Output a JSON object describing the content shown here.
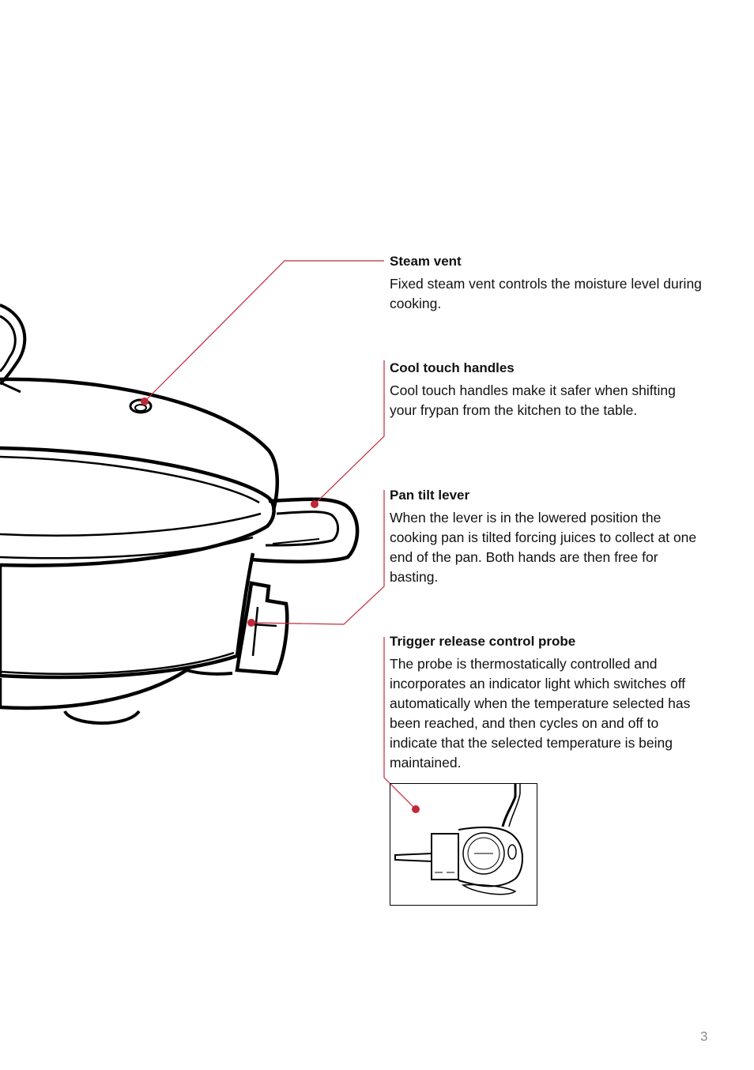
{
  "features": [
    {
      "title": "Steam vent",
      "description": "Fixed steam vent controls the moisture level during cooking."
    },
    {
      "title": "Cool touch handles",
      "description": "Cool touch handles make it safer when shifting your frypan from the kitchen to the table."
    },
    {
      "title": "Pan tilt lever",
      "description": "When the lever is in the lowered position the cooking pan is tilted forcing juices to collect at one end of the pan. Both hands are then free for basting."
    },
    {
      "title": "Trigger release control probe",
      "description": "The probe is thermostatically controlled and incorporates an indicator light which switches off automatically when the temperature selected has been reached, and then cycles on and off to indicate that the selected temperature is being maintained."
    }
  ],
  "page_number": "3",
  "colors": {
    "callout": "#c0283a",
    "line_art": "#000000"
  }
}
